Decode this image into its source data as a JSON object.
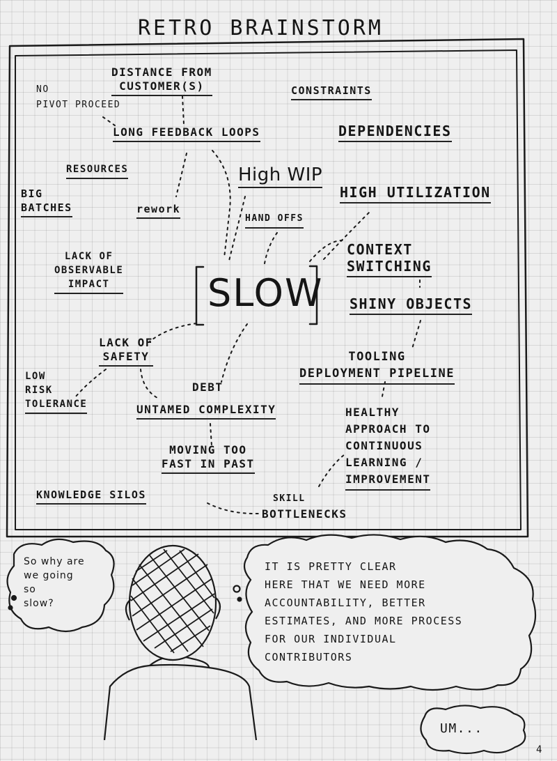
{
  "title": "Retro Brainstorm",
  "center": "SLOW",
  "causes": {
    "distance": "Distance from\ncustomer(s)",
    "no_pivot": "No\npivot proceed",
    "long_feedback": "Long feedback loops",
    "constraints": "Constraints",
    "dependencies": "Dependencies",
    "resources": "Resources",
    "high_wip": "High WIP",
    "big_batches": "Big\nbatches",
    "rework": "rework",
    "high_utilization": "High utilization",
    "hand_offs": "hand offs",
    "lack_observable": "Lack of\nobservable\nimpact",
    "context_switching": "Context\nswitching",
    "shiny_objects": "Shiny objects",
    "lack_safety": "Lack of\nsafety",
    "low_risk": "Low\nrisk\ntolerance",
    "debt": "Debt",
    "untamed": "untamed complexity",
    "tooling": "Tooling\ndeployment pipeline",
    "moving_fast": "Moving too\nfast in past",
    "healthy": "Healthy\napproach to\ncontinuous\nlearning /\nimprovement",
    "knowledge_silos": "Knowledge silos",
    "skill": "skill",
    "bottlenecks": "Bottlenecks"
  },
  "thought_left": "So why are\nwe going\nso\nslow?",
  "thought_right": "It is pretty clear\nhere that we need more\naccountability, better\nestimates, and more process\nfor our individual\ncontributors",
  "reply": "Um...",
  "page_number": "4"
}
